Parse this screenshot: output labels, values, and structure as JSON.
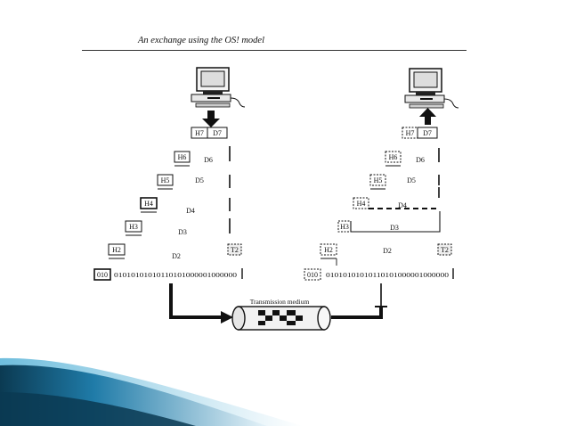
{
  "slide": {
    "title": "An exchange using the OS! model",
    "colors": {
      "background": "#ffffff",
      "ink": "#111111",
      "accent_dark": "#0b3a52",
      "accent_light": "#5fb6d9"
    }
  },
  "diagram": {
    "sender_stack": {
      "headers": [
        "H7",
        "H6",
        "H5",
        "H4",
        "H3",
        "H2"
      ],
      "data_labels": [
        "D7",
        "D6",
        "D5",
        "D4",
        "D3",
        "D2"
      ],
      "trailer": "T2"
    },
    "receiver_stack": {
      "headers": [
        "H7",
        "H6",
        "H5",
        "H4",
        "H3",
        "H2"
      ],
      "data_labels": [
        "D7",
        "D6",
        "D5",
        "D4",
        "D3",
        "D2"
      ],
      "trailer": "T2"
    },
    "bits": {
      "prefix": "010",
      "stream": "01010101010110101000001000000"
    },
    "medium_label": "Transmission medium",
    "icons": [
      "computer-icon-sender",
      "computer-icon-receiver",
      "arrow-down-icon",
      "arrow-up-icon"
    ]
  }
}
